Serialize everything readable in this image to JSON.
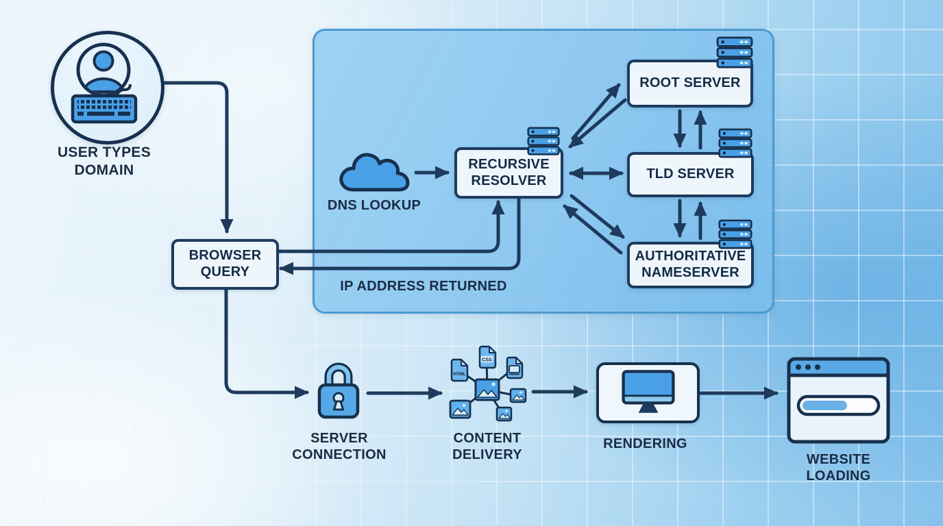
{
  "diagram": {
    "nodes": {
      "user": "USER TYPES DOMAIN",
      "browser_query": "BROWSER QUERY",
      "dns_lookup": "DNS LOOKUP",
      "recursive_resolver": "RECURSIVE RESOLVER",
      "root_server": "ROOT SERVER",
      "tld_server": "TLD SERVER",
      "authoritative_nameserver": "AUTHORITATIVE NAMESERVER",
      "server_connection": "SERVER CONNECTION",
      "content_delivery": "CONTENT DELIVERY",
      "rendering": "RENDERING",
      "website_loading": "WEBSITE LOADING"
    },
    "annotations": {
      "ip_address_returned": "IP ADDRESS RETURNED"
    },
    "file_badges": {
      "html": "HTML",
      "css": "CSS"
    },
    "colors": {
      "arrow": "#1e3a5c",
      "box_border": "#1d3b5e",
      "box_fill": "#eef6fc",
      "panel_fill": "#8cc9ee",
      "panel_border": "#4898cd",
      "icon_blue": "#4aa0e6",
      "icon_light_blue": "#7fc2ef",
      "text": "#1b2b44",
      "background": "#a9d6f2"
    }
  }
}
